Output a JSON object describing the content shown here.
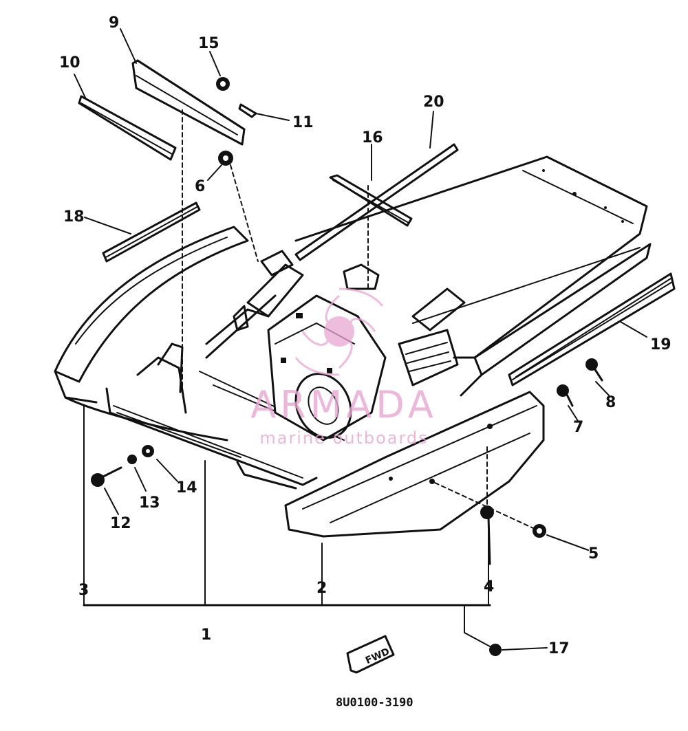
{
  "diagram": {
    "part_code": "8U0100-3190",
    "fwd_label": "FWD",
    "callouts": [
      {
        "id": "c1",
        "text": "1"
      },
      {
        "id": "c2",
        "text": "2"
      },
      {
        "id": "c3",
        "text": "3"
      },
      {
        "id": "c4",
        "text": "4"
      },
      {
        "id": "c5",
        "text": "5"
      },
      {
        "id": "c6",
        "text": "6"
      },
      {
        "id": "c7",
        "text": "7"
      },
      {
        "id": "c8",
        "text": "8"
      },
      {
        "id": "c9",
        "text": "9"
      },
      {
        "id": "c10",
        "text": "10"
      },
      {
        "id": "c11",
        "text": "11"
      },
      {
        "id": "c12",
        "text": "12"
      },
      {
        "id": "c13",
        "text": "13"
      },
      {
        "id": "c14",
        "text": "14"
      },
      {
        "id": "c15",
        "text": "15"
      },
      {
        "id": "c16",
        "text": "16"
      },
      {
        "id": "c17",
        "text": "17"
      },
      {
        "id": "c18",
        "text": "18"
      },
      {
        "id": "c19",
        "text": "19"
      },
      {
        "id": "c20",
        "text": "20"
      }
    ]
  },
  "watermark": {
    "brand": "ARMADA",
    "tagline": "marine outboards",
    "color": "#e9a6d2"
  }
}
